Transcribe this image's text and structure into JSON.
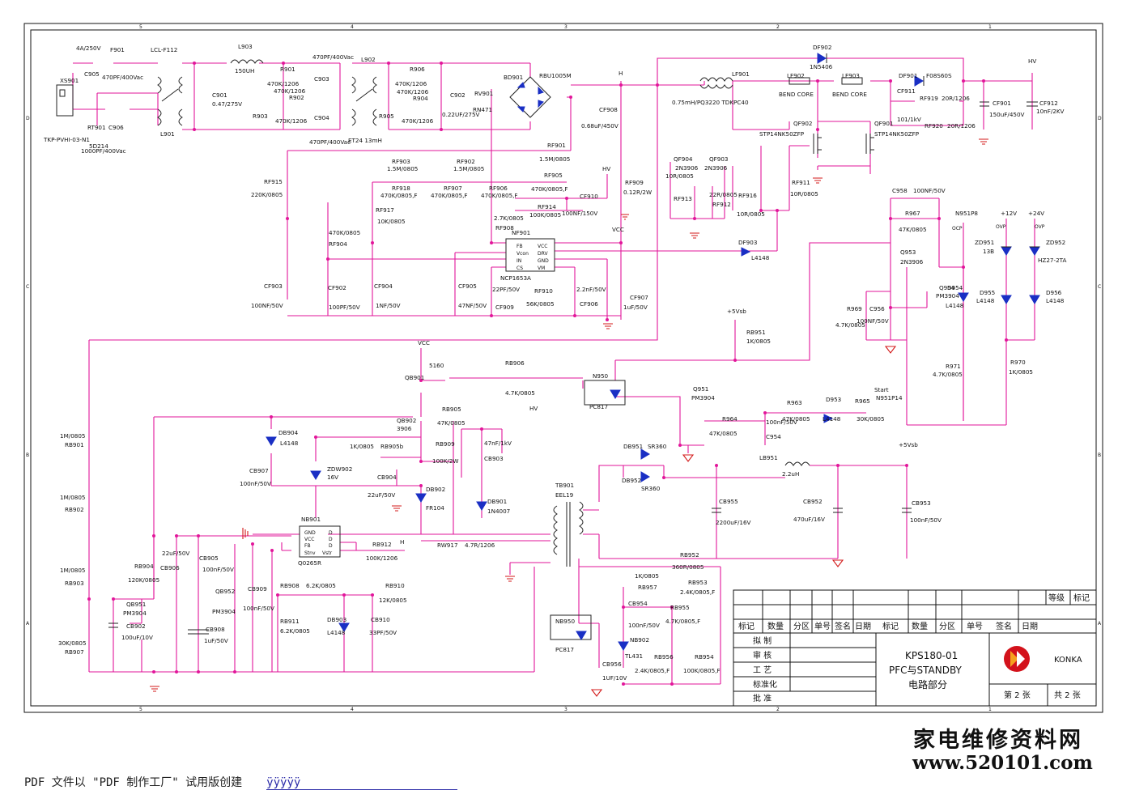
{
  "sheet": {
    "zone_cols": [
      "5",
      "4",
      "3",
      "2",
      "1"
    ],
    "zone_rows": [
      "D",
      "C",
      "B",
      "A"
    ]
  },
  "components": [
    {
      "ref": "F901",
      "value": "4A/250V"
    },
    {
      "ref": "XS901",
      "value": "TKP-PVHI-03-N1"
    },
    {
      "ref": "C905",
      "value": "470PF/400Vac"
    },
    {
      "ref": "LCL-F112",
      "value": ""
    },
    {
      "ref": "RT901",
      "value": "5D214"
    },
    {
      "ref": "C906",
      "value": "1000PF/400Vac"
    },
    {
      "ref": "L903",
      "value": "150UH"
    },
    {
      "ref": "L901",
      "value": ""
    },
    {
      "ref": "C901",
      "value": "0.47/275V"
    },
    {
      "ref": "R901",
      "value": "470K/1206"
    },
    {
      "ref": "R902",
      "value": "470K/1206"
    },
    {
      "ref": "R903",
      "value": "470K/1206"
    },
    {
      "ref": "C903",
      "value": "470PF/400Vac"
    },
    {
      "ref": "C904",
      "value": "470PF/400Vac"
    },
    {
      "ref": "L902",
      "value": "ET24 13mH"
    },
    {
      "ref": "R906",
      "value": "470K/1206"
    },
    {
      "ref": "R904",
      "value": "470K/1206"
    },
    {
      "ref": "R905",
      "value": "470K/1206"
    },
    {
      "ref": "C902",
      "value": "0.22UF/275V"
    },
    {
      "ref": "RV901",
      "value": "RN471"
    },
    {
      "ref": "BD901",
      "value": "RBU1005M"
    },
    {
      "ref": "CF908",
      "value": "0.68uF/450V"
    },
    {
      "ref": "RF909",
      "value": "0.12R/2W"
    },
    {
      "ref": "RF901",
      "value": "1.5M/0805"
    },
    {
      "ref": "RF902",
      "value": "1.5M/0805"
    },
    {
      "ref": "RF903",
      "value": "1.5M/0805"
    },
    {
      "ref": "RF915",
      "value": "220K/0805"
    },
    {
      "ref": "RF918",
      "value": "470K/0805,F"
    },
    {
      "ref": "RF907",
      "value": "470K/0805,F"
    },
    {
      "ref": "RF906",
      "value": "470K/0805,F"
    },
    {
      "ref": "RF905",
      "value": "470K/0805,F"
    },
    {
      "ref": "RF914",
      "value": "100K/0805"
    },
    {
      "ref": "CF910",
      "value": "100NF/150V"
    },
    {
      "ref": "RF917",
      "value": "10K/0805"
    },
    {
      "ref": "RF908",
      "value": "2.7K/0805"
    },
    {
      "ref": "RF904",
      "value": "470K/0805"
    },
    {
      "ref": "NF901",
      "value": "NCP1653A"
    },
    {
      "ref": "CF903",
      "value": "100NF/50V"
    },
    {
      "ref": "CF902",
      "value": "100PF/50V"
    },
    {
      "ref": "CF904",
      "value": "1NF/50V"
    },
    {
      "ref": "CF905",
      "value": "47NF/50V"
    },
    {
      "ref": "CF909",
      "value": "22PF/50V"
    },
    {
      "ref": "RF910",
      "value": "56K/0805"
    },
    {
      "ref": "CF906",
      "value": "2.2nF/50V"
    },
    {
      "ref": "CF907",
      "value": "1uF/50V"
    },
    {
      "ref": "LF901",
      "value": "0.75mH/PQ3220 TDKPC40"
    },
    {
      "ref": "LF902",
      "value": "BEND CORE"
    },
    {
      "ref": "LF903",
      "value": "BEND CORE"
    },
    {
      "ref": "DF902",
      "value": "1N5406"
    },
    {
      "ref": "DF901",
      "value": "F08S60S"
    },
    {
      "ref": "CF911",
      "value": "101/1kV"
    },
    {
      "ref": "RF919",
      "value": "20R/1206"
    },
    {
      "ref": "RF920",
      "value": "20R/1206"
    },
    {
      "ref": "CF901",
      "value": "150uF/450V"
    },
    {
      "ref": "CF912",
      "value": "10nF/2KV"
    },
    {
      "ref": "QF902",
      "value": "STP14NK50ZFP"
    },
    {
      "ref": "QF901",
      "value": "STP14NK50ZFP"
    },
    {
      "ref": "QF904",
      "value": "2N3906"
    },
    {
      "ref": "QF903",
      "value": "2N3906"
    },
    {
      "ref": "RF913",
      "value": "10R/0805"
    },
    {
      "ref": "RF912",
      "value": "22R/0805"
    },
    {
      "ref": "RF916",
      "value": "10R/0805"
    },
    {
      "ref": "RF911",
      "value": "10R/0805"
    },
    {
      "ref": "DF903",
      "value": "L4148"
    },
    {
      "ref": "C958",
      "value": "100NF/50V"
    },
    {
      "ref": "R967",
      "value": "47K/0805"
    },
    {
      "ref": "Q953",
      "value": "2N3906"
    },
    {
      "ref": "Q954",
      "value": "PM3904"
    },
    {
      "ref": "R969",
      "value": "4.7K/0805"
    },
    {
      "ref": "C956",
      "value": "100NF/50V"
    },
    {
      "ref": "ZD951",
      "value": "13B"
    },
    {
      "ref": "ZD952",
      "value": "HZ27-2TA"
    },
    {
      "ref": "D954",
      "value": "L4148"
    },
    {
      "ref": "D955",
      "value": "L4148"
    },
    {
      "ref": "D956",
      "value": "L4148"
    },
    {
      "ref": "R971",
      "value": "4.7K/0805"
    },
    {
      "ref": "R970",
      "value": "1K/0805"
    },
    {
      "ref": "RB951",
      "value": "1K/0805"
    },
    {
      "ref": "QB901",
      "value": "5160"
    },
    {
      "ref": "RB906",
      "value": "4.7K/0805"
    },
    {
      "ref": "N950",
      "value": "PC817"
    },
    {
      "ref": "Q951",
      "value": "PM3904"
    },
    {
      "ref": "R964",
      "value": "47K/0805"
    },
    {
      "ref": "C954",
      "value": "100nF/50V"
    },
    {
      "ref": "R963",
      "value": "47K/0805"
    },
    {
      "ref": "D953",
      "value": "L4148"
    },
    {
      "ref": "R965",
      "value": "30K/0805"
    },
    {
      "ref": "RB905",
      "value": "47K/0805"
    },
    {
      "ref": "QB902",
      "value": "3906"
    },
    {
      "ref": "DB904",
      "value": "L4148"
    },
    {
      "ref": "RB905b",
      "value": "1K/0805"
    },
    {
      "ref": "CB907",
      "value": "100nF/50V"
    },
    {
      "ref": "ZDW902",
      "value": "16V"
    },
    {
      "ref": "CB904",
      "value": "22uF/50V"
    },
    {
      "ref": "DB902",
      "value": "FR104"
    },
    {
      "ref": "RB909",
      "value": "100K/2W"
    },
    {
      "ref": "CB903",
      "value": "47nF/1kV"
    },
    {
      "ref": "DB901",
      "value": "1N4007"
    },
    {
      "ref": "TB901",
      "value": "EEL19"
    },
    {
      "ref": "DB951",
      "value": "SR360"
    },
    {
      "ref": "DB952",
      "value": "SR360"
    },
    {
      "ref": "LB951",
      "value": "2.2uH"
    },
    {
      "ref": "CB955",
      "value": "2200uF/16V"
    },
    {
      "ref": "CB952",
      "value": "470uF/16V"
    },
    {
      "ref": "CB953",
      "value": "100nF/50V"
    },
    {
      "ref": "RB901",
      "value": "1M/0805"
    },
    {
      "ref": "RB902",
      "value": "1M/0805"
    },
    {
      "ref": "RB903",
      "value": "1M/0805"
    },
    {
      "ref": "RB907",
      "value": "30K/0805"
    },
    {
      "ref": "NB901",
      "value": "Q0265R"
    },
    {
      "ref": "RB912",
      "value": "100K/1206"
    },
    {
      "ref": "RW917",
      "value": "4.7R/1206"
    },
    {
      "ref": "RB904",
      "value": "120K/0805"
    },
    {
      "ref": "CB906",
      "value": "22uF/50V"
    },
    {
      "ref": "CB905",
      "value": "100nF/50V"
    },
    {
      "ref": "QB952",
      "value": "PM3904"
    },
    {
      "ref": "CB909",
      "value": "100nF/50V"
    },
    {
      "ref": "QB951",
      "value": "PM3904"
    },
    {
      "ref": "CB902",
      "value": "100uF/10V"
    },
    {
      "ref": "CB908",
      "value": "1uF/50V"
    },
    {
      "ref": "RB908",
      "value": "6.2K/0805"
    },
    {
      "ref": "RB911",
      "value": "6.2K/0805"
    },
    {
      "ref": "DB903",
      "value": "L4148"
    },
    {
      "ref": "CB910",
      "value": "33PF/50V"
    },
    {
      "ref": "RB910",
      "value": "12K/0805"
    },
    {
      "ref": "RB952",
      "value": "360R/0805"
    },
    {
      "ref": "RB957",
      "value": "1K/0805"
    },
    {
      "ref": "RB953",
      "value": "2.4K/0805,F"
    },
    {
      "ref": "CB954",
      "value": "100nF/50V"
    },
    {
      "ref": "RB955",
      "value": "4.7K/0805,F"
    },
    {
      "ref": "NB950",
      "value": "PC817"
    },
    {
      "ref": "NB902",
      "value": "TL431"
    },
    {
      "ref": "RB956",
      "value": "2.4K/0805,F"
    },
    {
      "ref": "RB954",
      "value": "100K/0805,F"
    },
    {
      "ref": "CB956",
      "value": "1UF/10V"
    }
  ],
  "nets": {
    "h": "H",
    "hv": "HV",
    "vcc": "VCC",
    "v5": "+5Vsb",
    "v12": "+12V",
    "v24": "+24V",
    "ocp": "OCP",
    "ovp": "OVP",
    "n951p8": "N951P8",
    "start": "Start",
    "n951p14": "N951P14"
  },
  "ic_pins": {
    "ncp_left": [
      "FB",
      "Vcon",
      "IN",
      "CS"
    ],
    "ncp_right": [
      "VCC",
      "DRV",
      "GND",
      "VM"
    ],
    "q0265_left": [
      "GND",
      "VCC",
      "FB",
      "Stnv"
    ],
    "q0265_right": [
      "D",
      "D",
      "D",
      "Vstr"
    ]
  },
  "title_block": {
    "header_row": [
      "标记",
      "数量",
      "分区",
      "单号",
      "签名",
      "日期",
      "标记",
      "数量",
      "分区",
      "单号",
      "签名",
      "日期"
    ],
    "roles": [
      "拟 制",
      "审 核",
      "工 艺",
      "标准化",
      "批 准"
    ],
    "grade_label": "等级",
    "mark_label": "标记",
    "model": "KPS180-01",
    "subtitle": "PFC与STANDBY",
    "section": "电路部分",
    "sheet_no": "第 2 张",
    "sheet_total": "共 2 张",
    "brand": "KONKA",
    "brand_color": "#d3121b"
  },
  "footer": {
    "note": "PDF 文件以 \"PDF 制作工厂\" 试用版创建",
    "link": "ÿÿÿÿÿ"
  },
  "watermark": {
    "cn": "家电维修资料网",
    "url": "www.520101.com"
  }
}
